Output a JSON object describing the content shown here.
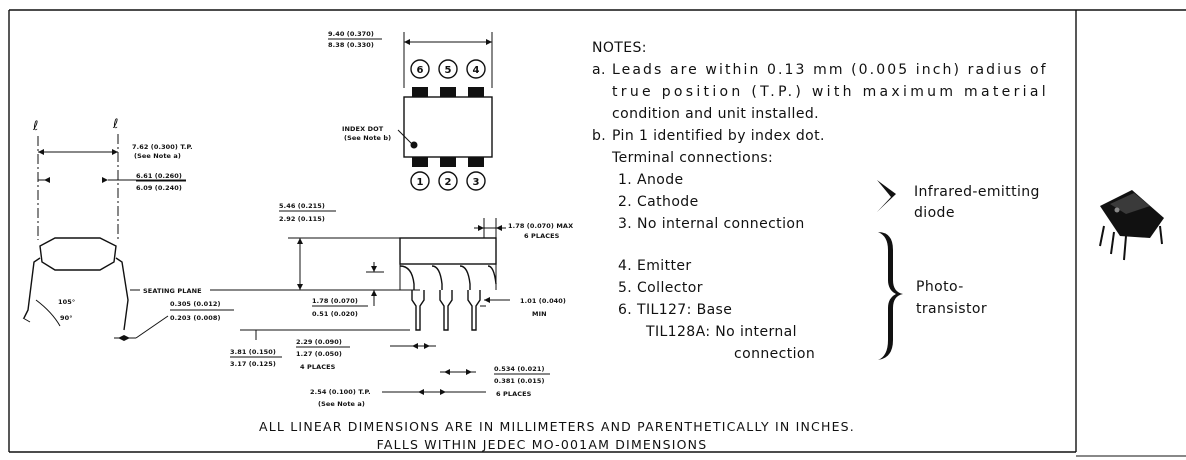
{
  "notes": {
    "heading": "NOTES:",
    "a_label": "a.",
    "a_lines": [
      "Leads are within 0.13 mm (0.005 inch) radius of",
      "true position (T.P.) with maximum material",
      "condition and unit installed."
    ],
    "b_label": "b.",
    "b_line": "Pin 1 identified by index dot.",
    "terminal_heading": "Terminal connections:",
    "terminals": [
      "1.  Anode",
      "2.  Cathode",
      "3.  No internal connection",
      "4.  Emitter",
      "5.  Collector",
      "6.  TIL127: Base"
    ],
    "til128a_line1": "TIL128A: No internal",
    "til128a_line2": "connection",
    "group_ir_1": "Infrared-emitting",
    "group_ir_2": "diode",
    "group_photo_1": "Photo-",
    "group_photo_2": "transistor"
  },
  "footer": {
    "line1": "ALL LINEAR DIMENSIONS ARE IN MILLIMETERS AND PARENTHETICALLY IN INCHES.",
    "line2": "FALLS WITHIN JEDEC MO-001AM DIMENSIONS"
  },
  "top_view": {
    "dim_top": "9.40 (0.370)",
    "dim_bottom": "8.38 (0.330)",
    "index_dot": "INDEX DOT",
    "index_note": "(See Note b)",
    "pins_top": [
      "6",
      "5",
      "4"
    ],
    "pins_bottom": [
      "1",
      "2",
      "3"
    ]
  },
  "end_view": {
    "cl_left": "ℓ",
    "cl_right": "ℓ",
    "tp_spacing": "7.62 (0.300) T.P.",
    "tp_note": "(See Note a)",
    "width_top": "6.61 (0.260)",
    "width_bottom": "6.09 (0.240)",
    "seating_plane": "SEATING PLANE",
    "angle_top": "105°",
    "angle_bottom": "90°",
    "thick_top": "0.305 (0.012)",
    "thick_bottom": "0.203 (0.008)"
  },
  "side_view": {
    "height_top": "5.46 (0.215)",
    "height_bottom": "2.92 (0.115)",
    "max_top": "1.78 (0.070) MAX",
    "max_bottom": "6 PLACES",
    "standoff_top": "1.78 (0.070)",
    "standoff_bottom": "0.51 (0.020)",
    "lead_top": "1.01 (0.040)",
    "lead_bottom": "MIN",
    "len_top": "3.81 (0.150)",
    "len_bottom": "3.17 (0.125)",
    "shoulder_top": "2.29 (0.090)",
    "shoulder_mid": "1.27 (0.050)",
    "shoulder_bottom": "4 PLACES",
    "lw_top": "0.534 (0.021)",
    "lw_mid": "0.381 (0.015)",
    "lw_bottom": "6 PLACES",
    "pitch": "2.54 (0.100) T.P.",
    "pitch_note": "(See Note a)"
  }
}
